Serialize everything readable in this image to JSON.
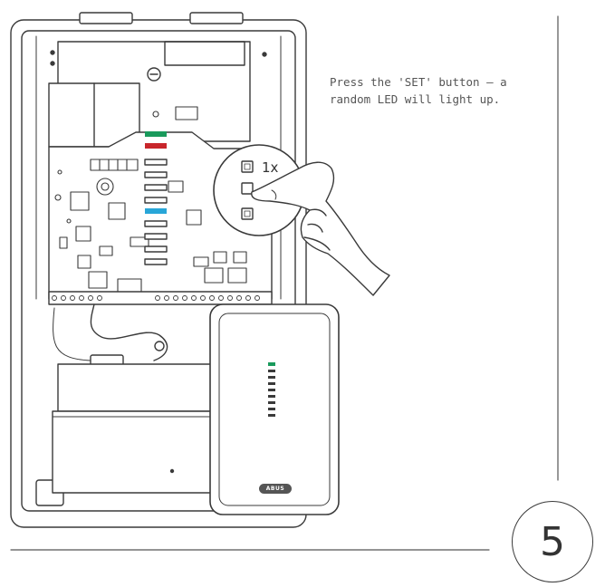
{
  "instruction": {
    "text": "Press the 'SET' button – a\nrandom LED will light up."
  },
  "step": {
    "number": "5"
  },
  "zoom": {
    "count_label": "1x"
  },
  "keypad": {
    "brand": "ABUS"
  },
  "colors": {
    "led_green": "#1a9a5c",
    "led_red": "#c8262b",
    "led_blue": "#28a6d8",
    "line": "#3a3a3a"
  }
}
